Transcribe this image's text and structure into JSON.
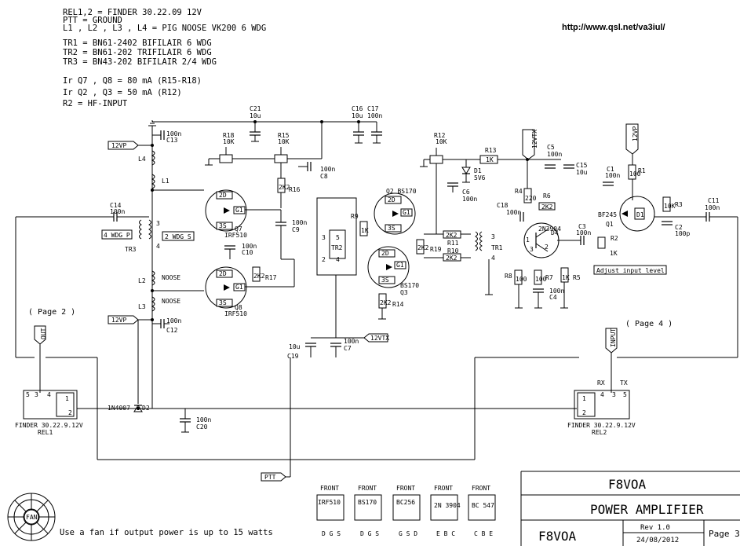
{
  "header_notes": [
    "REL1,2 = FINDER 30.22.09 12V",
    "PTT = GROUND",
    "L1 , L2 , L3 , L4 = PIG NOOSE VK200 6 WDG",
    "TR1 = BN61-2402 BIFILAIR 6 WDG",
    "TR2 = BN61-202 TRIFILAIR 6 WDG",
    "TR3 = BN43-202 BIFILAIR 2/4 WDG",
    "Ir Q7 , Q8 = 80 mA (R15-R18)",
    "Ir Q2 , Q3 = 50 mA (R12)",
    "R2 = HF-INPUT"
  ],
  "url": "http://www.qsl.net/va3iul/",
  "page_refs": {
    "left": "( Page 2 )",
    "right": "( Page 4 )"
  },
  "power_labels": {
    "vp1": "12VP",
    "vp2": "12VP",
    "vp3": "12VP",
    "vtx1": "12VTX",
    "vtx2": "12VTX",
    "ptt": "PTT",
    "out": "OUT",
    "input": "INPUT"
  },
  "tr3_labels": {
    "primary": "4 WDG P",
    "secondary": "2 WDG S",
    "name": "TR3"
  },
  "components": {
    "c13": [
      "100n",
      "C13"
    ],
    "c12": [
      "100n",
      "C12"
    ],
    "c14": [
      "C14",
      "100n"
    ],
    "c21": [
      "C21",
      "10u"
    ],
    "c16": [
      "C16",
      "10u"
    ],
    "c17": [
      "C17",
      "100n"
    ],
    "r18": [
      "R18",
      "10K"
    ],
    "r15": [
      "R15",
      "10K"
    ],
    "r16": [
      "R16",
      "2K2"
    ],
    "c8": [
      "100n",
      "C8"
    ],
    "c9": [
      "100n",
      "C9"
    ],
    "c10": [
      "100n",
      "C10"
    ],
    "r17": [
      "R17",
      "2K2"
    ],
    "q7": [
      "IRF510",
      "Q7"
    ],
    "q8": [
      "Q8",
      "IRF510"
    ],
    "q2": [
      "Q2 BS170"
    ],
    "q3": [
      "BS170",
      "Q3"
    ],
    "r12": [
      "R12",
      "10K"
    ],
    "d1": [
      "D1",
      "5V6"
    ],
    "c6": [
      "C6",
      "100n"
    ],
    "r13": [
      "R13",
      "1K"
    ],
    "r9": [
      "R9",
      "1K"
    ],
    "r19": [
      "R19",
      "2K2"
    ],
    "r14": [
      "R14",
      "2K2"
    ],
    "r11": [
      "R11",
      "2K2"
    ],
    "r10": [
      "R10",
      "2K2"
    ],
    "tr1": "TR1",
    "tr2": "TR2",
    "c19": [
      "10u",
      "C19"
    ],
    "c7": [
      "100n",
      "C7"
    ],
    "r4": [
      "R4",
      "220"
    ],
    "c5": [
      "C5",
      "100n"
    ],
    "c15": [
      "C15",
      "10u"
    ],
    "r6": [
      "R6",
      "2K2"
    ],
    "c18": [
      "C18",
      "100n"
    ],
    "d4": [
      "2N3904",
      "D4"
    ],
    "c3": [
      "C3",
      "100n"
    ],
    "r2": [
      "R2",
      "1K"
    ],
    "r8": [
      "R8",
      "100"
    ],
    "r7": [
      "R7",
      "100"
    ],
    "c4": [
      "100n",
      "C4"
    ],
    "r5": [
      "R5",
      "1K"
    ],
    "c1": [
      "C1",
      "100n"
    ],
    "r1": [
      "R1",
      "100"
    ],
    "r3": [
      "R3",
      "10K"
    ],
    "q1": [
      "BF245",
      "Q1"
    ],
    "c2": [
      "C2",
      "100p"
    ],
    "c11": [
      "C11",
      "100n"
    ],
    "adjust": "Adjust input level",
    "l1": "L1",
    "l2": "L2",
    "l3": "L3",
    "l4": "L4",
    "noose1": "NOOSE",
    "noose2": "NOOSE",
    "d2": [
      "1N4007",
      "D2"
    ],
    "c20": [
      "100n",
      "C20"
    ],
    "rel1": [
      "FINDER 30.22.9.12V",
      "REL1"
    ],
    "rel2": [
      "FINDER 30.22.9.12V",
      "REL2"
    ],
    "rx": "RX",
    "tx": "TX"
  },
  "pinouts": [
    {
      "front": "FRONT",
      "part": "IRF510",
      "pins": "D G S"
    },
    {
      "front": "FRONT",
      "part": "BS170",
      "pins": "D G S"
    },
    {
      "front": "FRONT",
      "part": "BC256",
      "pins": "G S D"
    },
    {
      "front": "FRONT",
      "part": "2N 3904",
      "pins": "E B C"
    },
    {
      "front": "FRONT",
      "part": "BC 547",
      "pins": "C B E"
    }
  ],
  "fan_note": "Use a fan if output power is up to 15 watts",
  "fan_label": "FAN",
  "title_block": {
    "author": "F8VOA",
    "title": "POWER AMPLIFIER",
    "rev": "Rev 1.0",
    "date": "24/08/2012",
    "author2": "F8VOA",
    "page": "Page 3"
  }
}
